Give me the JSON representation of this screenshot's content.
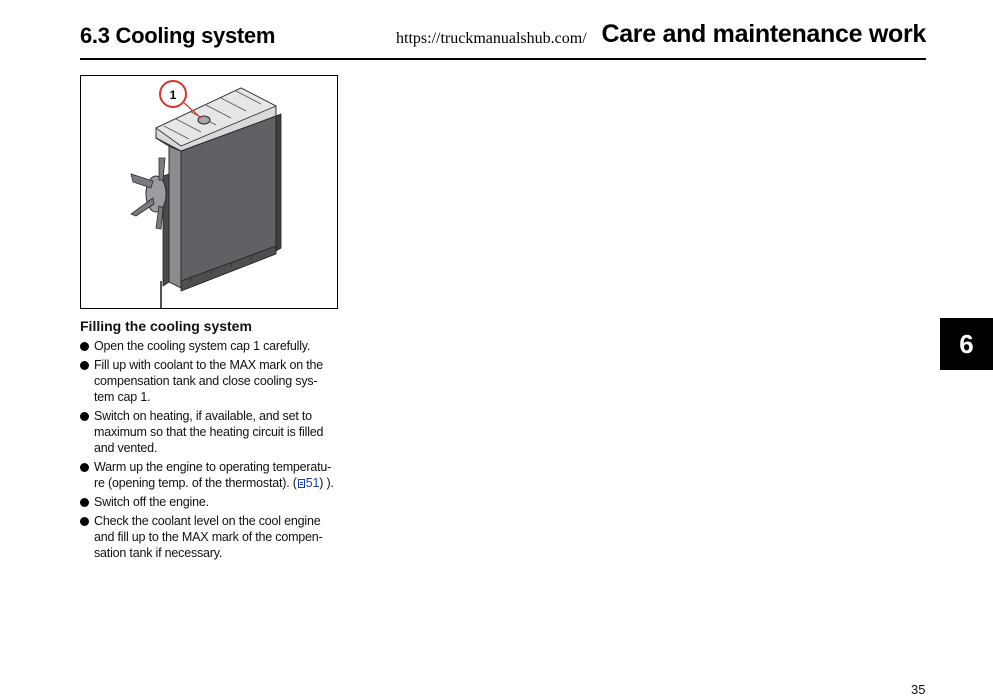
{
  "header": {
    "section": "6.3 Cooling system",
    "url": "https://truckmanualshub.com/",
    "chapter_title": "Care and maintenance work"
  },
  "figure": {
    "callout": "1"
  },
  "content": {
    "title": "Filling the cooling system",
    "steps": [
      {
        "lines": [
          "Open the cooling system cap 1 carefully."
        ]
      },
      {
        "lines": [
          "Fill up with coolant to the MAX mark on the",
          "compensation tank and close cooling sys-",
          "tem cap 1."
        ]
      },
      {
        "lines": [
          "Switch on heating, if available, and set to",
          "maximum so that the heating circuit is filled",
          "and vented."
        ]
      },
      {
        "lines": [
          "Warm up the engine to operating temperatu-"
        ],
        "line2_pre": "re (opening temp. of the thermostat). (",
        "ref": "51",
        "line2_post": ") )."
      },
      {
        "lines": [
          "Switch off the engine."
        ]
      },
      {
        "lines": [
          "Check the coolant level on the cool engine",
          "and fill up to the MAX mark of the compen-",
          "sation tank if necessary."
        ]
      }
    ]
  },
  "chapter_tab": "6",
  "page_number": "35",
  "colors": {
    "link": "#1a3fb3",
    "callout_ring": "#d9342b",
    "radiator": "#6b6d70"
  }
}
